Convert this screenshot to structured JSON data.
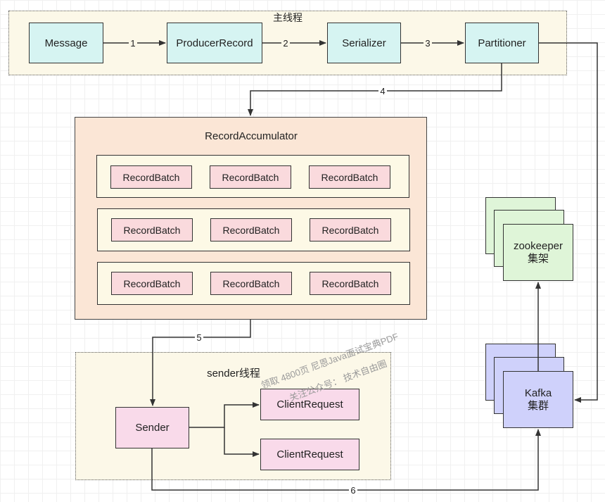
{
  "main_thread": {
    "label": "主线程",
    "nodes": {
      "message": "Message",
      "producer_record": "ProducerRecord",
      "serializer": "Serializer",
      "partitioner": "Partitioner"
    }
  },
  "edges": {
    "e1": "1",
    "e2": "2",
    "e3": "3",
    "e4": "4",
    "e5": "5",
    "e6": "6"
  },
  "accumulator": {
    "label": "RecordAccumulator",
    "rows": [
      [
        "RecordBatch",
        "RecordBatch",
        "RecordBatch"
      ],
      [
        "RecordBatch",
        "RecordBatch",
        "RecordBatch"
      ],
      [
        "RecordBatch",
        "RecordBatch",
        "RecordBatch"
      ]
    ]
  },
  "sender_thread": {
    "label": "sender线程",
    "sender": "Sender",
    "requests": [
      "ClientRequest",
      "ClientRequest"
    ]
  },
  "zookeeper": "zookeeper\n集架",
  "kafka": "Kafka\n集群",
  "watermark": {
    "line1": "领取 4800页 尼恩Java面试宝典PDF",
    "line2": "关注公众号：  技术自由圈"
  },
  "colors": {
    "cyan": "#d6f4f2",
    "accumulator": "#fbe6d6",
    "batch": "#fadadd",
    "sender": "#f9daea",
    "zookeeper": "#dff5d8",
    "kafka": "#cfd1fb",
    "group_bg": "#fcf8e8"
  }
}
